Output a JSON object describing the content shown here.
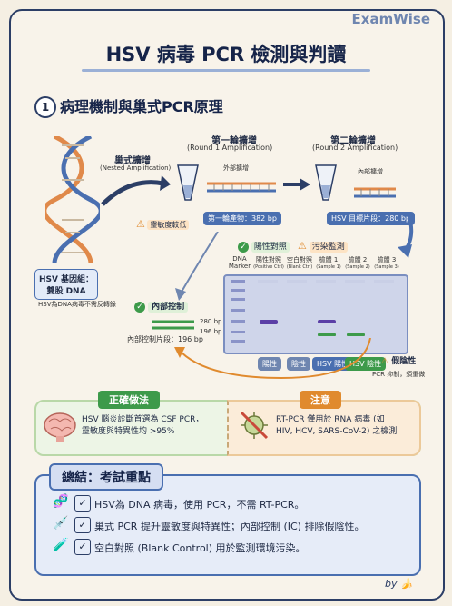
{
  "brand": "ExamWise",
  "title": "HSV 病毒 PCR 檢測與判讀",
  "section": {
    "number": "1",
    "title": "病理機制與巢式PCR原理"
  },
  "nested": {
    "title": "巢式擴增",
    "subtitle": "(Nested Amplification)"
  },
  "round1": {
    "title": "第一輪擴增",
    "subtitle": "(Round 1 Amplification)",
    "primer": "外部擴增",
    "product": "第一輪產物：382 bp",
    "warning": "靈敏度較低"
  },
  "round2": {
    "title": "第二輪擴增",
    "subtitle": "(Round 2 Amplification)",
    "primer": "內部擴增",
    "product": "HSV 目標片段：280 bp"
  },
  "genome": {
    "label_line1": "HSV 基因組：",
    "label_line2": "雙股 DNA",
    "note": "HSV為DNA病毒不需反轉錄"
  },
  "internal_control": {
    "label": "內部控制",
    "fragment": "內部控制片段：196 bp"
  },
  "gel": {
    "positive_tag": "陽性對照",
    "contamination_tag": "污染監測",
    "size_labels": [
      "280 bp",
      "196 bp"
    ],
    "lanes": [
      {
        "name": "DNA",
        "sub": "Marker"
      },
      {
        "name": "陽性對照",
        "sub": "(Positive Ctrl)"
      },
      {
        "name": "空白對照",
        "sub": "(Blank Ctrl)"
      },
      {
        "name": "檢體 1",
        "sub": "(Sample 1)"
      },
      {
        "name": "檢體 2",
        "sub": "(Sample 2)"
      },
      {
        "name": "檢體 3",
        "sub": "(Sample 3)"
      }
    ],
    "results": [
      "陽性",
      "陰性",
      "HSV 陽性",
      "HSV 陰性"
    ],
    "false_negative": "假陰性",
    "false_negative_note": "PCR 抑制，須重做"
  },
  "correct": {
    "tag": "正確做法",
    "text1": "HSV 腦炎診斷首選為 CSF PCR，",
    "text2": "靈敏度與特異性均 >95%"
  },
  "caution": {
    "tag": "注意",
    "text1": "RT-PCR 僅用於 RNA 病毒 (如",
    "text2": "HIV, HCV, SARS-CoV-2) 之檢測"
  },
  "summary": {
    "title": "總結：考試重點",
    "items": [
      "HSV為 DNA 病毒，使用 PCR，不需 RT-PCR。",
      "巢式 PCR 提升靈敏度與特異性；內部控制 (IC) 排除假陰性。",
      "空白對照 (Blank Control) 用於監測環境污染。"
    ]
  },
  "signature": "by",
  "colors": {
    "navy": "#162449",
    "green": "#3d9a4a",
    "orange": "#e08a2e",
    "blue": "#4a6fb0"
  }
}
